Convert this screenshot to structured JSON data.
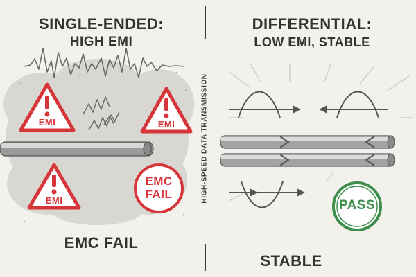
{
  "left_panel": {
    "heading_line1": "SINGLE-ENDED:",
    "heading_line2": "HIGH EMI",
    "warning_label": "EMI",
    "fail_stamp_line1": "EMC",
    "fail_stamp_line2": "FAIL",
    "caption": "EMC FAIL"
  },
  "right_panel": {
    "heading_line1": "DIFFERENTIAL:",
    "heading_line2": "LOW EMI, STABLE",
    "pass_stamp": "PASS",
    "caption": "STABLE"
  },
  "center_label": "HIGH-SPEED DATA TRANSMISSION",
  "colors": {
    "background": "#f3f1ec",
    "noise_cloud": "#d9d7d2",
    "alert_red": "#d6363a",
    "pass_green": "#3f8f4c",
    "line_gray": "#555555",
    "cable_gray": "#9a9a9a"
  },
  "icons": [
    "emi-warning-triangle-icon",
    "emc-fail-stamp-icon",
    "pass-stamp-icon",
    "arrow-icon"
  ]
}
